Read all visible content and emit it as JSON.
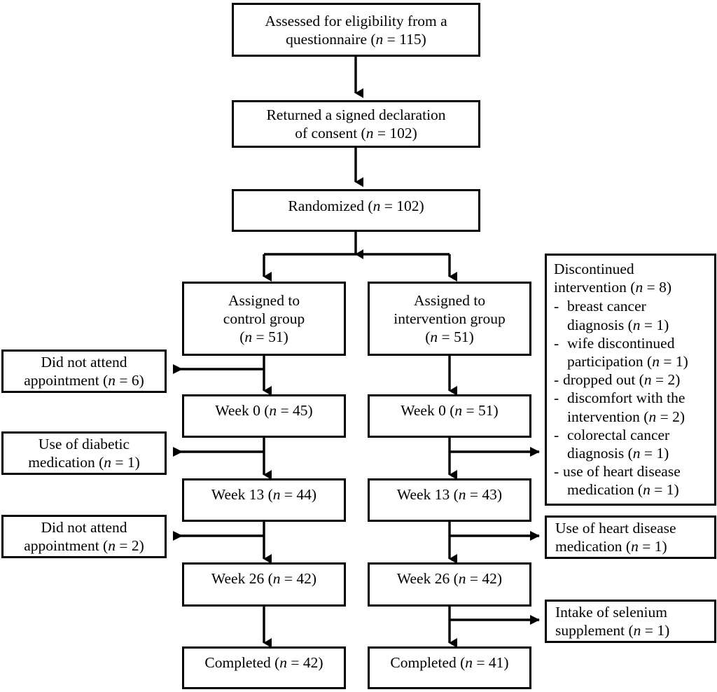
{
  "diagram": {
    "title": "CONSORT participant flow diagram",
    "type": "flowchart",
    "line_color": "#000000",
    "background": "#ffffff"
  },
  "nodes": {
    "eligibility": {
      "line1": "Assessed for eligibility from a",
      "line2_pre": "questionnaire (",
      "n_label": "n",
      "eq": " = ",
      "value": "115",
      "line2_post": ")"
    },
    "consent": {
      "line1": "Returned a signed declaration",
      "line2_pre": "of consent (",
      "n_label": "n",
      "eq": " = ",
      "value": "102",
      "line2_post": ")"
    },
    "randomized": {
      "line1_pre": "Randomized (",
      "n_label": "n",
      "eq": " = ",
      "value": "102",
      "line1_post": ")"
    },
    "assigned_control": {
      "line1": "Assigned to",
      "line2": "control group",
      "line3_pre": "(",
      "n_label": "n",
      "eq": " = ",
      "value": "51",
      "line3_post": ")"
    },
    "assigned_intervention": {
      "line1": "Assigned to",
      "line2": "intervention group",
      "line3_pre": "(",
      "n_label": "n",
      "eq": " = ",
      "value": "51",
      "line3_post": ")"
    },
    "control_week0": {
      "pre": "Week 0 (",
      "n_label": "n",
      "eq": " = ",
      "value": "45",
      "post": ")"
    },
    "intervention_week0": {
      "pre": "Week 0 (",
      "n_label": "n",
      "eq": " = ",
      "value": "51",
      "post": ")"
    },
    "control_week13": {
      "pre": "Week 13 (",
      "n_label": "n",
      "eq": " = ",
      "value": "44",
      "post": ")"
    },
    "intervention_week13": {
      "pre": "Week 13 (",
      "n_label": "n",
      "eq": " = ",
      "value": "43",
      "post": ")"
    },
    "control_week26": {
      "pre": "Week 26 (",
      "n_label": "n",
      "eq": " = ",
      "value": "42",
      "post": ")"
    },
    "intervention_week26": {
      "pre": "Week 26 (",
      "n_label": "n",
      "eq": " = ",
      "value": "42",
      "post": ")"
    },
    "control_completed": {
      "pre": "Completed (",
      "n_label": "n",
      "eq": " = ",
      "value": "42",
      "post": ")"
    },
    "intervention_completed": {
      "pre": "Completed (",
      "n_label": "n",
      "eq": " = ",
      "value": "41",
      "post": ")"
    },
    "exclusion_no_attend_1": {
      "line1": "Did not attend",
      "line2_pre": "appointment (",
      "n_label": "n",
      "eq": " = ",
      "value": "6",
      "line2_post": ")"
    },
    "exclusion_diabetic": {
      "line1": "Use of diabetic",
      "line2_pre": "medication (",
      "n_label": "n",
      "eq": " = ",
      "value": "1",
      "line2_post": ")"
    },
    "exclusion_no_attend_2": {
      "line1": "Did not attend",
      "line2_pre": "appointment (",
      "n_label": "n",
      "eq": " = ",
      "value": "2",
      "line2_post": ")"
    },
    "exclusion_heart_disease": {
      "line1": "Use of heart disease",
      "line2_pre": "medication (",
      "n_label": "n",
      "eq": " = ",
      "value": "1",
      "line2_post": ")"
    },
    "exclusion_selenium": {
      "line1": "Intake of selenium",
      "line2_pre": "supplement (",
      "n_label": "n",
      "eq": " = ",
      "value": "1",
      "line2_post": ")"
    },
    "discontinued": {
      "head_line1": "Discontinued",
      "head_line2_pre": "intervention (",
      "n_label": "n",
      "eq": " = ",
      "head_value": "8",
      "head_line2_post": ")",
      "dash": "-",
      "reasons": [
        {
          "line1": "breast cancer",
          "line2_pre": "diagnosis (",
          "value": "1",
          "line2_post": ")",
          "tight": false
        },
        {
          "line1": "wife discontinued",
          "line2_pre": "participation (",
          "value": "1",
          "line2_post": ")",
          "tight": false
        },
        {
          "line1_pre": "dropped out (",
          "value": "2",
          "line1_post": ")",
          "single": true,
          "tight": true
        },
        {
          "line1": "discomfort with the",
          "line2_pre": "intervention (",
          "value": "2",
          "line2_post": ")",
          "tight": false
        },
        {
          "line1": "colorectal cancer",
          "line2_pre": "diagnosis (",
          "value": "1",
          "line2_post": ")",
          "tight": false
        },
        {
          "line1": "use of heart disease",
          "line2_pre": "medication (",
          "value": "1",
          "line2_post": ")",
          "tight": true
        }
      ]
    }
  }
}
